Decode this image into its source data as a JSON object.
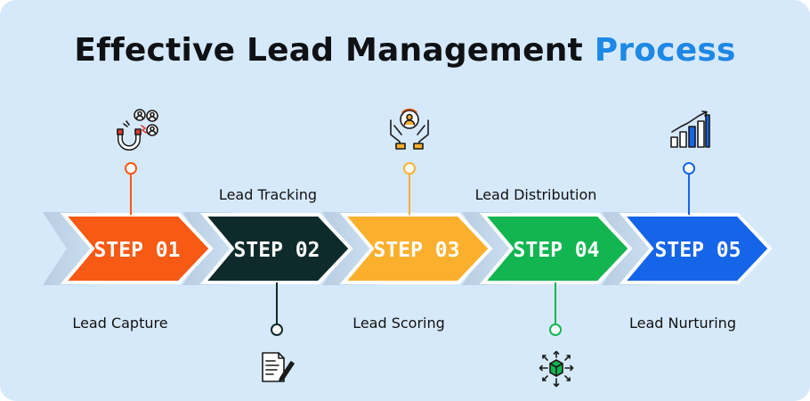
{
  "title": {
    "main": "Effective Lead Management",
    "accent": "Process"
  },
  "colors": {
    "step1": "#f65a14",
    "step2": "#0e2a2b",
    "step3": "#fbb02d",
    "step4": "#12b550",
    "step5": "#1565e8",
    "background": "#d6e9fb"
  },
  "steps": [
    {
      "number": "STEP 01",
      "label": "Lead Capture",
      "icon": "magnet-people-icon"
    },
    {
      "number": "STEP 02",
      "label": "Lead Tracking",
      "icon": "document-pen-icon"
    },
    {
      "number": "STEP 03",
      "label": "Lead Scoring",
      "icon": "hands-person-icon"
    },
    {
      "number": "STEP 04",
      "label": "Lead Distribution",
      "icon": "box-arrows-icon"
    },
    {
      "number": "STEP 05",
      "label": "Lead Nurturing",
      "icon": "growth-chart-icon"
    }
  ]
}
